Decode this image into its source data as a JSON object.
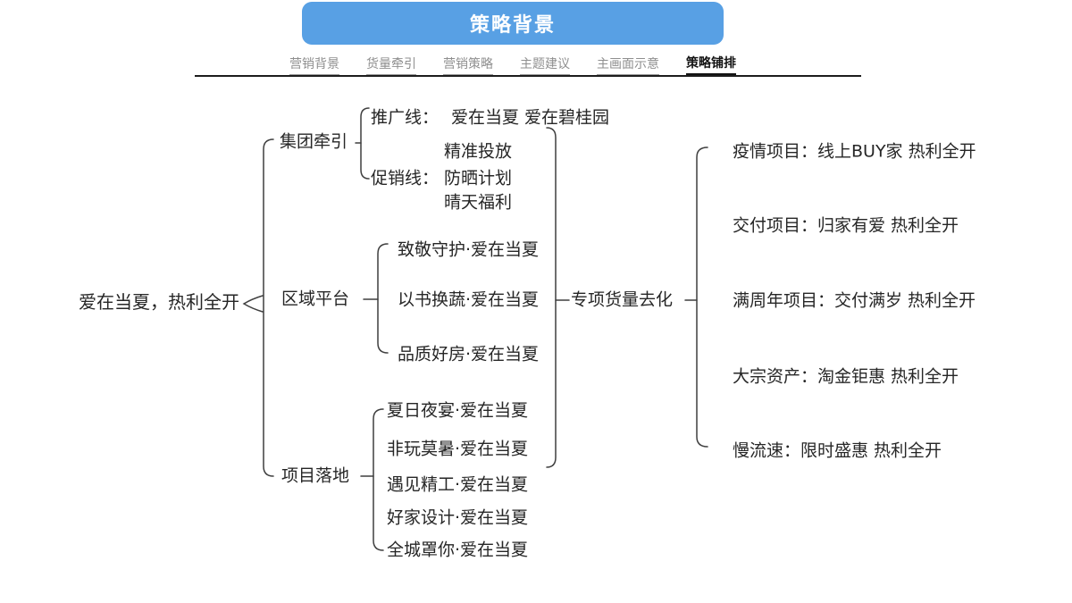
{
  "header": {
    "title": "策略背景"
  },
  "colors": {
    "accent": "#58A0E4",
    "line": "#3f3f3f",
    "text": "#262626",
    "tab_inactive": "#8f8f8f"
  },
  "tabs": [
    {
      "label": "营销背景",
      "active": false
    },
    {
      "label": "货量牵引",
      "active": false
    },
    {
      "label": "营销策略",
      "active": false
    },
    {
      "label": "主题建议",
      "active": false
    },
    {
      "label": "主画面示意",
      "active": false
    },
    {
      "label": "策略铺排",
      "active": true
    }
  ],
  "map": {
    "root": "爱在当夏，热利全开",
    "branches": [
      {
        "label": "集团牵引",
        "children": [
          {
            "label": "推广线：",
            "value": "爱在当夏 爱在碧桂园"
          },
          {
            "label": "促销线：",
            "lines": [
              "精准投放",
              "防晒计划",
              "晴天福利"
            ]
          }
        ]
      },
      {
        "label": "区域平台",
        "children": [
          "致敬守护·爱在当夏",
          "以书换蔬·爱在当夏",
          "品质好房·爱在当夏"
        ]
      },
      {
        "label": "项目落地",
        "children": [
          "夏日夜宴·爱在当夏",
          "非玩莫暑·爱在当夏",
          "遇见精工·爱在当夏",
          "好家设计·爱在当夏",
          "全城罩你·爱在当夏"
        ]
      }
    ],
    "hub": "专项货量去化",
    "right_items": [
      "疫情项目：线上BUY家 热利全开",
      "交付项目：归家有爱 热利全开",
      "满周年项目：交付满岁 热利全开",
      "大宗资产：淘金钜惠 热利全开",
      "慢流速：限时盛惠 热利全开"
    ]
  }
}
